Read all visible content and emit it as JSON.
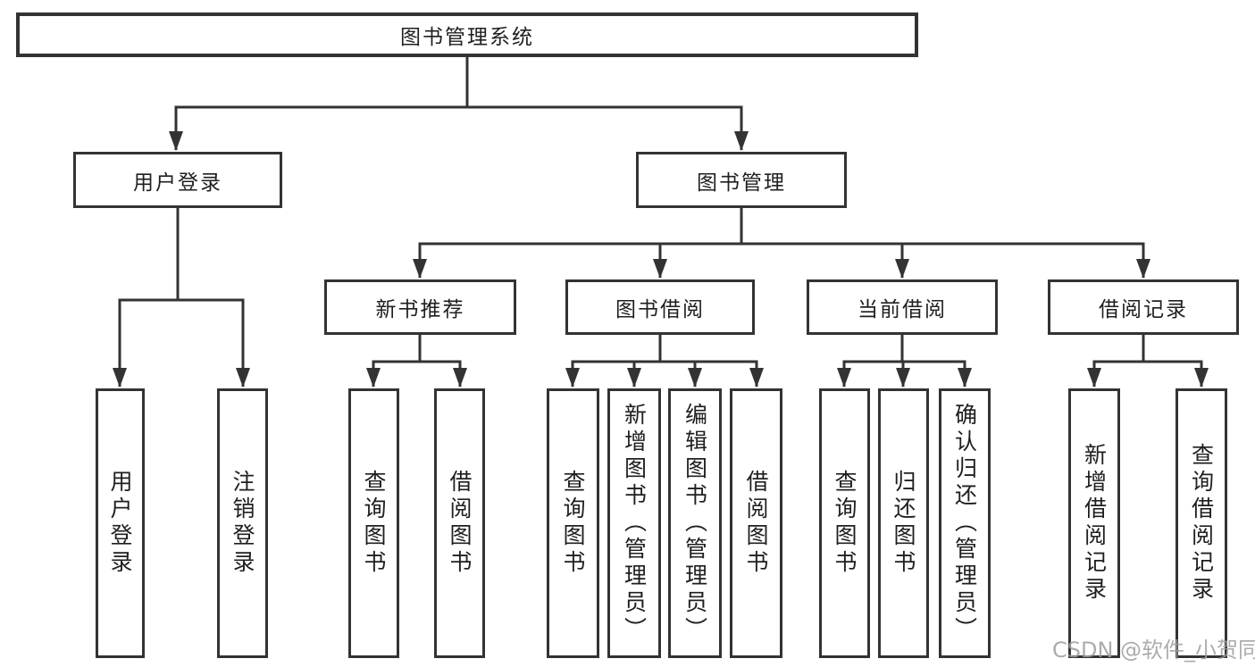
{
  "tree": {
    "root": "图书管理系统",
    "level2": {
      "user_login": "用户登录",
      "book_mgmt": "图书管理"
    },
    "level3": {
      "new_book": "新书推荐",
      "book_borrow": "图书借阅",
      "current_borrow": "当前借阅",
      "borrow_records": "借阅记录"
    },
    "leaves": {
      "user_login": [
        "用户登录",
        "注销登录"
      ],
      "new_book": [
        "查询图书",
        "借阅图书"
      ],
      "book_borrow": [
        "查询图书",
        "新增图书（管理员）",
        "编辑图书（管理员）",
        "借阅图书"
      ],
      "current_borrow": [
        "查询图书",
        "归还图书",
        "确认归还（管理员）"
      ],
      "borrow_records": [
        "新增借阅记录",
        "查询借阅记录"
      ]
    }
  },
  "watermark": "CSDN @软件_小贺同学",
  "colors": {
    "line": "#333333",
    "text": "#1f1f1f",
    "watermark": "#9e9e9e",
    "background": "#ffffff"
  }
}
